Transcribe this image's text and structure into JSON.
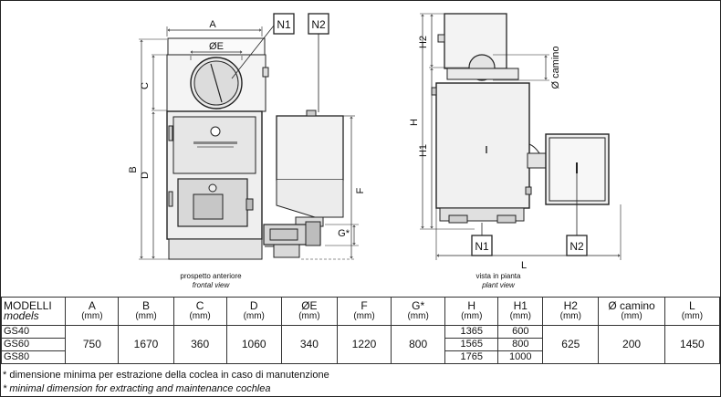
{
  "front_view": {
    "dims": {
      "A": "A",
      "OE": "ØE",
      "C": "C",
      "B": "B",
      "D": "D",
      "F": "F",
      "G": "G*"
    },
    "callouts": {
      "n1": "N1",
      "n2": "N2"
    },
    "caption": "prospetto anteriore",
    "caption_en": "frontal view"
  },
  "plan_view": {
    "dims": {
      "H": "H",
      "H1": "H1",
      "H2": "H2",
      "L": "L",
      "camino": "Ø camino"
    },
    "callouts": {
      "n1": "N1",
      "n2": "N2"
    },
    "caption": "vista in pianta",
    "caption_en": "plant view"
  },
  "table": {
    "models_label": "MODELLI",
    "models_label_en": "models",
    "columns": [
      {
        "name": "A",
        "unit": "(mm)"
      },
      {
        "name": "B",
        "unit": "(mm)"
      },
      {
        "name": "C",
        "unit": "(mm)"
      },
      {
        "name": "D",
        "unit": "(mm)"
      },
      {
        "name": "ØE",
        "unit": "(mm)"
      },
      {
        "name": "F",
        "unit": "(mm)"
      },
      {
        "name": "G*",
        "unit": "(mm)"
      },
      {
        "name": "H",
        "unit": "(mm)"
      },
      {
        "name": "H1",
        "unit": "(mm)"
      },
      {
        "name": "H2",
        "unit": "(mm)"
      },
      {
        "name": "Ø camino",
        "unit": "(mm)"
      },
      {
        "name": "L",
        "unit": "(mm)"
      }
    ],
    "models": [
      "GS40",
      "GS60",
      "GS80"
    ],
    "shared": {
      "A": "750",
      "B": "1670",
      "C": "360",
      "D": "1060",
      "E": "340",
      "F": "1220",
      "G": "800",
      "H2": "625",
      "camino": "200",
      "L": "1450"
    },
    "H": [
      "1365",
      "1565",
      "1765"
    ],
    "H1": [
      "600",
      "800",
      "1000"
    ]
  },
  "notes": {
    "it": "* dimensione minima per estrazione della coclea in caso di manutenzione",
    "en": "* minimal dimension for extracting and maintenance cochlea"
  }
}
